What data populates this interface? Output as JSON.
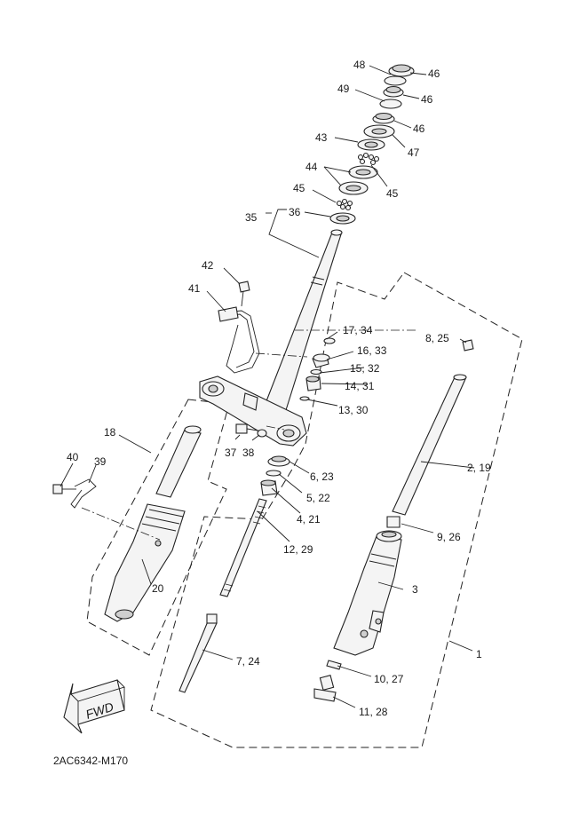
{
  "diagram_code": "2AC6342-M170",
  "fwd_label": "FWD",
  "callouts": [
    {
      "id": "c48",
      "text": "48"
    },
    {
      "id": "c46a",
      "text": "46"
    },
    {
      "id": "c49",
      "text": "49"
    },
    {
      "id": "c46b",
      "text": "46"
    },
    {
      "id": "c46c",
      "text": "46"
    },
    {
      "id": "c43",
      "text": "43"
    },
    {
      "id": "c47",
      "text": "47"
    },
    {
      "id": "c44",
      "text": "44"
    },
    {
      "id": "c45a",
      "text": "45"
    },
    {
      "id": "c45b",
      "text": "45"
    },
    {
      "id": "c36",
      "text": "36"
    },
    {
      "id": "c35",
      "text": "35"
    },
    {
      "id": "c42",
      "text": "42"
    },
    {
      "id": "c41",
      "text": "41"
    },
    {
      "id": "c17",
      "text": "17, 34"
    },
    {
      "id": "c8",
      "text": "8, 25"
    },
    {
      "id": "c16",
      "text": "16, 33"
    },
    {
      "id": "c15",
      "text": "15, 32"
    },
    {
      "id": "c14",
      "text": "14, 31"
    },
    {
      "id": "c13",
      "text": "13, 30"
    },
    {
      "id": "c18",
      "text": "18"
    },
    {
      "id": "c37",
      "text": "37"
    },
    {
      "id": "c38",
      "text": "38"
    },
    {
      "id": "c40",
      "text": "40"
    },
    {
      "id": "c39",
      "text": "39"
    },
    {
      "id": "c2",
      "text": "2, 19"
    },
    {
      "id": "c6",
      "text": "6, 23"
    },
    {
      "id": "c5",
      "text": "5, 22"
    },
    {
      "id": "c4",
      "text": "4, 21"
    },
    {
      "id": "c9",
      "text": "9, 26"
    },
    {
      "id": "c12",
      "text": "12, 29"
    },
    {
      "id": "c3",
      "text": "3"
    },
    {
      "id": "c20",
      "text": "20"
    },
    {
      "id": "c1",
      "text": "1"
    },
    {
      "id": "c7",
      "text": "7, 24"
    },
    {
      "id": "c10",
      "text": "10, 27"
    },
    {
      "id": "c11",
      "text": "11, 28"
    }
  ]
}
